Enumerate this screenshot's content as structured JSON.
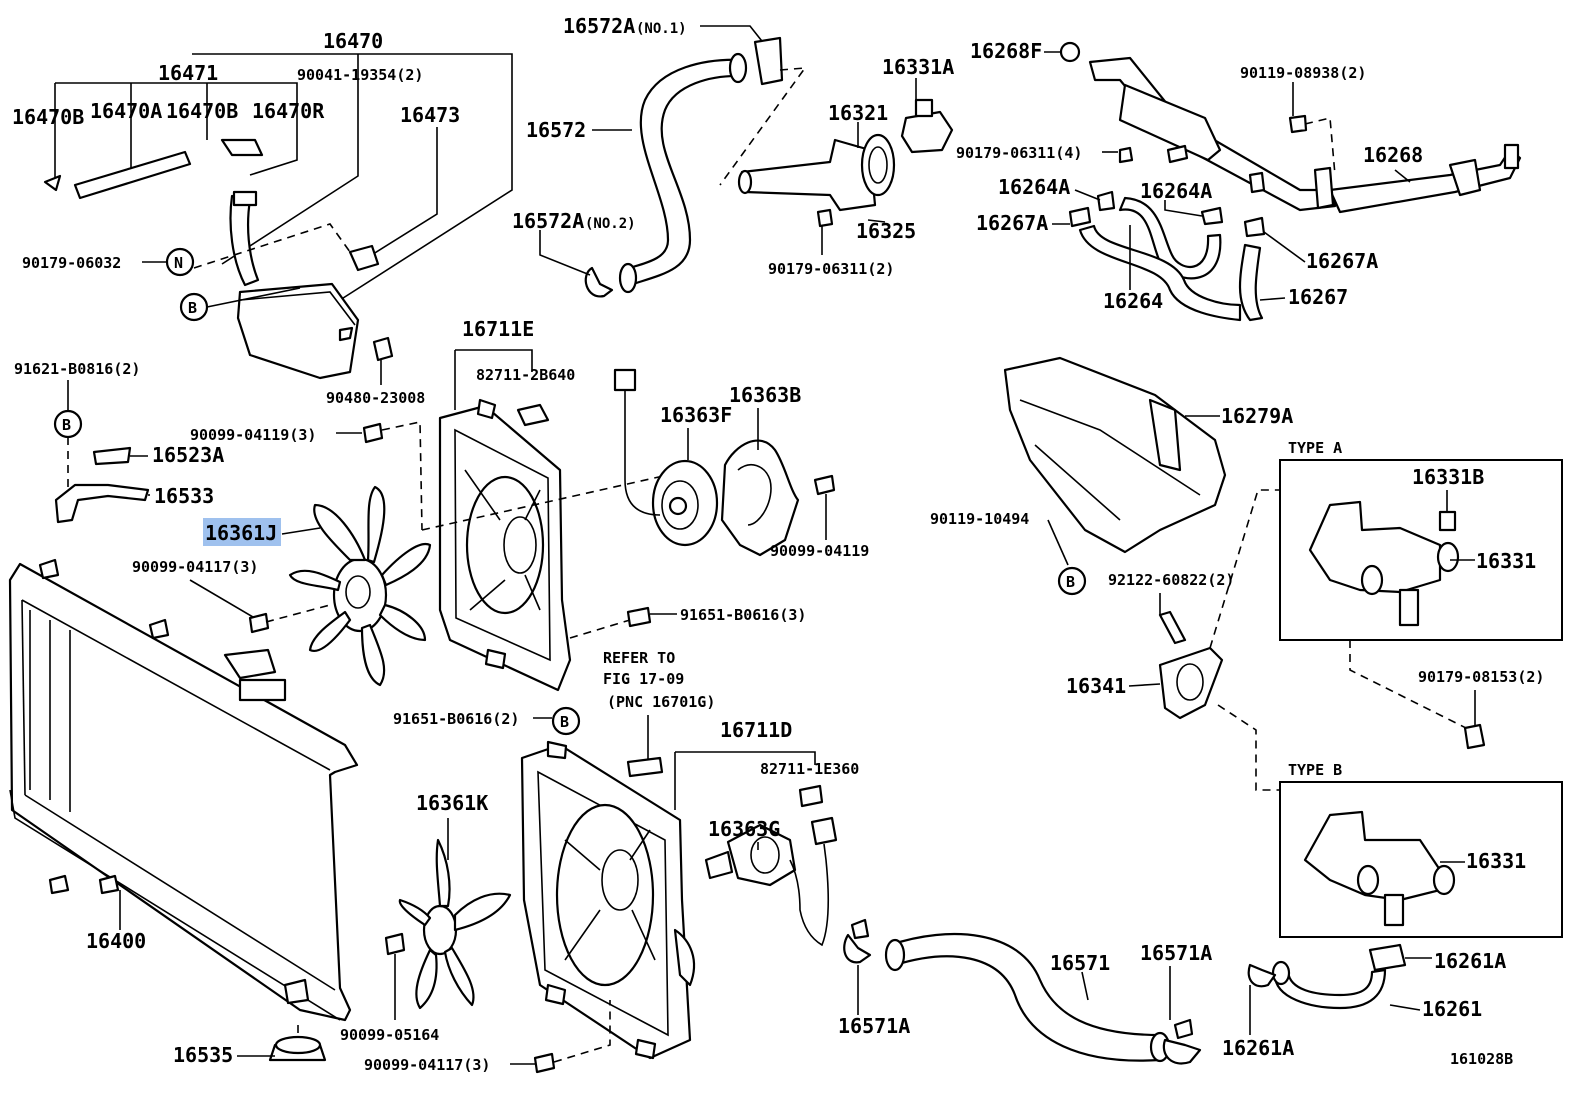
{
  "callouts": {
    "p16470": "16470",
    "p16471": "16471",
    "p16470B_1": "16470B",
    "p16470A": "16470A",
    "p16470B_2": "16470B",
    "p16470R": "16470R",
    "p90041": "90041-19354(2)",
    "p16473": "16473",
    "p90179_06032": "90179-06032",
    "p90480": "90480-23008",
    "p16572A_no1": "16572A",
    "p16572A_no1_suffix": "(NO.1)",
    "p16572": "16572",
    "p16572A_no2": "16572A",
    "p16572A_no2_suffix": "(NO.2)",
    "p16331A": "16331A",
    "p16321": "16321",
    "p16325": "16325",
    "p90179_06311_2": "90179-06311(2)",
    "p16268F": "16268F",
    "p90119_08938": "90119-08938(2)",
    "p90179_06311_4": "90179-06311(4)",
    "p16268": "16268",
    "p16264A_1": "16264A",
    "p16264A_2": "16264A",
    "p16267A_1": "16267A",
    "p16267A_2": "16267A",
    "p16264": "16264",
    "p16267": "16267",
    "p91621": "91621-B0816(2)",
    "p16523A": "16523A",
    "p16533": "16533",
    "p16361J": "16361J",
    "p90099_04117_a": "90099-04117(3)",
    "p16711E": "16711E",
    "p82711_2B640": "82711-2B640",
    "p90099_04119_3": "90099-04119(3)",
    "p16363F": "16363F",
    "p16363B": "16363B",
    "p90099_04119": "90099-04119",
    "p91651_3": "91651-B0616(3)",
    "p16279A": "16279A",
    "p90119_10494": "90119-10494",
    "p92122": "92122-60822(2)",
    "p16341": "16341",
    "type_a": "TYPE A",
    "type_b": "TYPE B",
    "p16331B": "16331B",
    "p16331_a": "16331",
    "p16331_b": "16331",
    "p90179_08153": "90179-08153(2)",
    "refer_1": "REFER TO",
    "refer_2": "FIG 17-09",
    "refer_3": "(PNC 16701G)",
    "p91651_2": "91651-B0616(2)",
    "p16711D": "16711D",
    "p82711_1E360": "82711-1E360",
    "p16363G": "16363G",
    "p16361K": "16361K",
    "p16400": "16400",
    "p90099_05164": "90099-05164",
    "p16535": "16535",
    "p90099_04117_b": "90099-04117(3)",
    "p16571": "16571",
    "p16571A_1": "16571A",
    "p16571A_2": "16571A",
    "p16261A_1": "16261A",
    "p16261A_2": "16261A",
    "p16261": "16261",
    "marker_n": "N",
    "marker_b": "B",
    "figure_id": "161028B"
  },
  "highlight": {
    "part": "16361J",
    "color": "#9fc1ee"
  }
}
